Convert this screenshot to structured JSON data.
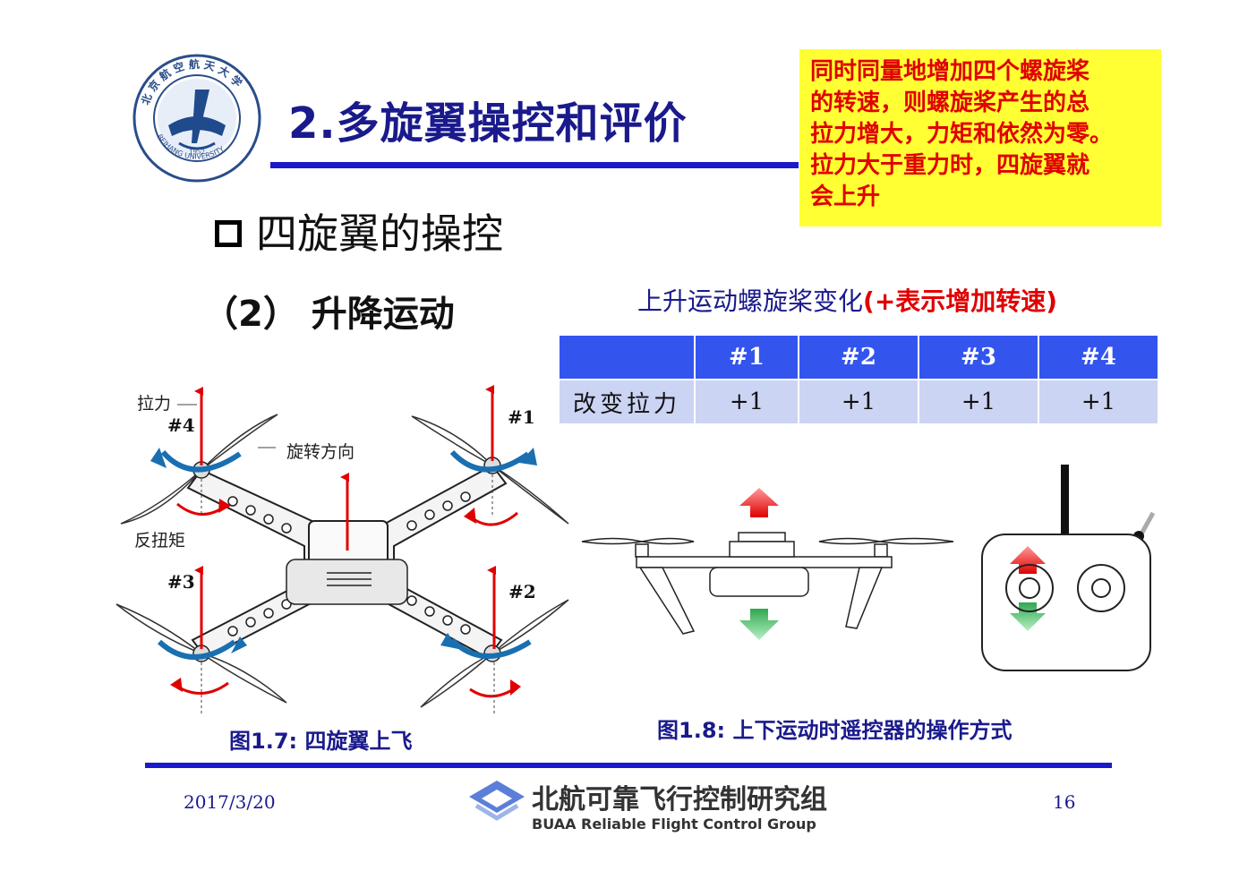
{
  "header": {
    "title": "2.多旋翼操控和评价",
    "logo_text": "北京航空航天大学 BEIHANG UNIVERSITY 1952"
  },
  "note": {
    "lines": [
      "同时同量地增加四个螺旋桨",
      "的转速，则螺旋桨产生的总",
      "拉力增大，力矩和依然为零。",
      "拉力大于重力时，四旋翼就",
      "会上升"
    ]
  },
  "section": {
    "heading": "四旋翼的操控",
    "subheading": "（2） 升降运动"
  },
  "table": {
    "title_main": "上升运动螺旋桨变化",
    "title_note": "(+表示增加转速)",
    "headers": [
      "",
      "#1",
      "#2",
      "#3",
      "#4"
    ],
    "row_label": "改变拉力",
    "row_values": [
      "+1",
      "+1",
      "+1",
      "+1"
    ]
  },
  "figure1": {
    "caption": "图1.7: 四旋翼上飞",
    "label_lift": "拉力",
    "label_rotation": "旋转方向",
    "label_torque": "反扭矩",
    "rotors": [
      "#4",
      "#1",
      "#3",
      "#2"
    ]
  },
  "figure2": {
    "caption": "图1.8: 上下运动时遥控器的操作方式"
  },
  "footer": {
    "date": "2017/3/20",
    "group_cn": "北航可靠飞行控制研究组",
    "group_en": "BUAA  Reliable Flight Control Group",
    "page": "16"
  },
  "colors": {
    "title_blue": "#1a1a8c",
    "rule_blue": "#1a1acc",
    "note_bg": "#ffff33",
    "note_text": "#e00000",
    "table_header": "#3355ee",
    "table_cell": "#ccd4f4",
    "arrow_red": "#e00000",
    "arrow_blue": "#1a6fb0"
  }
}
